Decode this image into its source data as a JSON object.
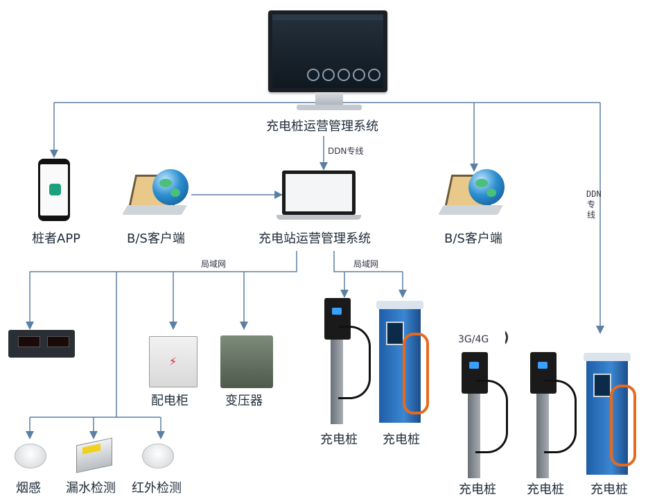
{
  "nodes": {
    "top_system": "充电桩运营管理系统",
    "ddn_top": "DDN专线",
    "app": "桩者APP",
    "bs_left": "B/S客户端",
    "station_system": "充电站运营管理系统",
    "bs_right": "B/S客户端",
    "ddn_vertical": "DDN专线",
    "lan_left": "局域网",
    "lan_right": "局域网",
    "cabinet": "配电柜",
    "transformer": "变压器",
    "smoke": "烟感",
    "water": "漏水检测",
    "infrared": "红外检测",
    "network_3g4g": "3G/4G",
    "charger_1": "充电桩",
    "charger_2": "充电桩",
    "charger_3": "充电桩",
    "charger_4": "充电桩",
    "charger_5": "充电桩"
  },
  "colors": {
    "connector": "#5b7fa3",
    "label": "#1e2a38"
  }
}
